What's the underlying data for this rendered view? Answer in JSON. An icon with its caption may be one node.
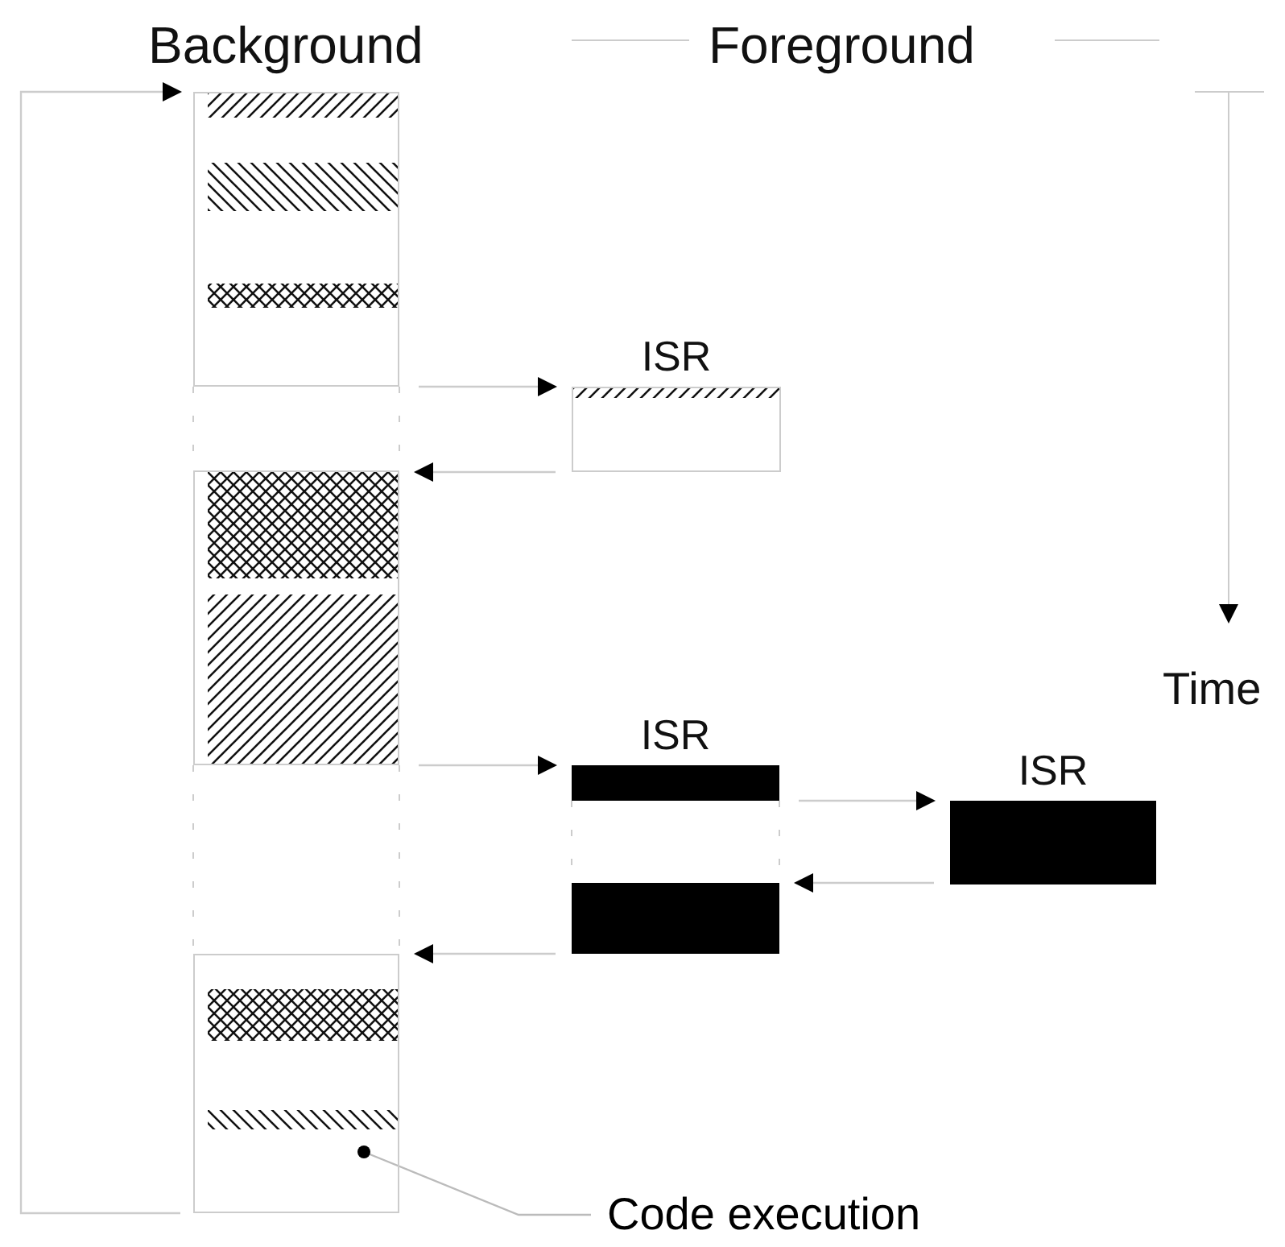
{
  "diagram": {
    "nodes": [
      {
        "text": [],
        "shape": "bar"
      },
      {
        "text": [
          "ISR"
        ]
      },
      {
        "text": [],
        "shape": "bar"
      },
      {
        "text": [
          "ISR"
        ]
      },
      {
        "text": [
          "ISR"
        ]
      },
      {
        "text": [],
        "shape": "bar"
      },
      {
        "text": [],
        "shape": "bar"
      },
      {
        "text": [
          "Code execution"
        ]
      }
    ],
    "edges": [
      {
        "from": 0,
        "to": 1,
        "arrow": "to"
      },
      {
        "from": 1,
        "to": 2,
        "arrow": "to"
      },
      {
        "from": 2,
        "to": 3,
        "arrow": "to"
      },
      {
        "from": 3,
        "to": 4,
        "arrow": "to"
      },
      {
        "from": 4,
        "to": 5,
        "arrow": "to"
      },
      {
        "from": 5,
        "to": 6,
        "arrow": "to"
      },
      {
        "from": 6,
        "to": 0,
        "arrow": "to"
      },
      {
        "from": 7,
        "to": 6,
        "arrow": "other"
      }
    ],
    "labels": [
      "Background",
      "Foreground",
      "Time"
    ]
  }
}
